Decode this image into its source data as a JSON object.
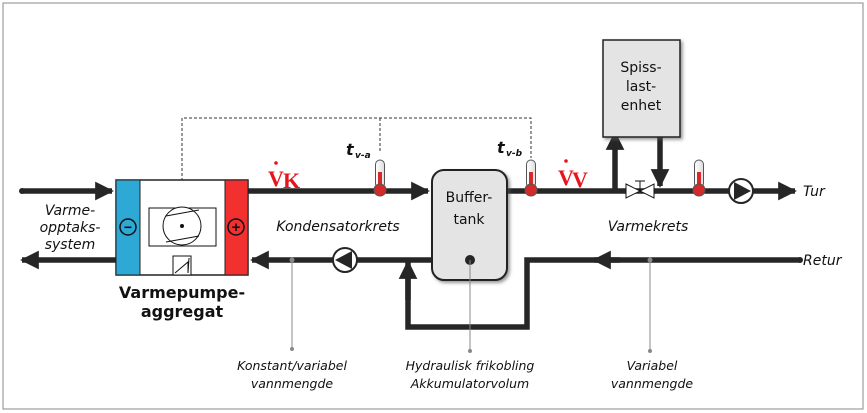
{
  "heat_pump": {
    "title_line1": "Varmepumpe-",
    "title_line2": "aggregat",
    "cold_side_symbol": "−",
    "hot_side_symbol": "+",
    "cold_color": "#2ea8d5",
    "hot_color": "#f23030"
  },
  "source": {
    "line1": "Varme-",
    "line2": "opptaks-",
    "line3": "system"
  },
  "condenser_circuit": {
    "label": "Kondensatorkrets",
    "flow_symbol": "V",
    "flow_subscript": "K",
    "temp_label": "t",
    "temp_subscript": "v-a"
  },
  "buffer_tank": {
    "line1": "Buffer-",
    "line2": "tank",
    "temp_label": "t",
    "temp_subscript": "v-b"
  },
  "heating_circuit": {
    "label": "Varmekrets",
    "flow_symbol": "V",
    "flow_subscript": "V",
    "supply": "Tur",
    "return": "Retur"
  },
  "peak_load": {
    "line1": "Spiss-",
    "line2": "last-",
    "line3": "enhet"
  },
  "annotations": {
    "condenser_flow": {
      "line1": "Konstant/variabel",
      "line2": "vannmengde"
    },
    "tank": {
      "line1": "Hydraulisk frikobling",
      "line2": "Akkumulatorvolum"
    },
    "heating_flow": {
      "line1": "Variabel",
      "line2": "vannmengde"
    }
  },
  "accent_color": "#e8141c"
}
